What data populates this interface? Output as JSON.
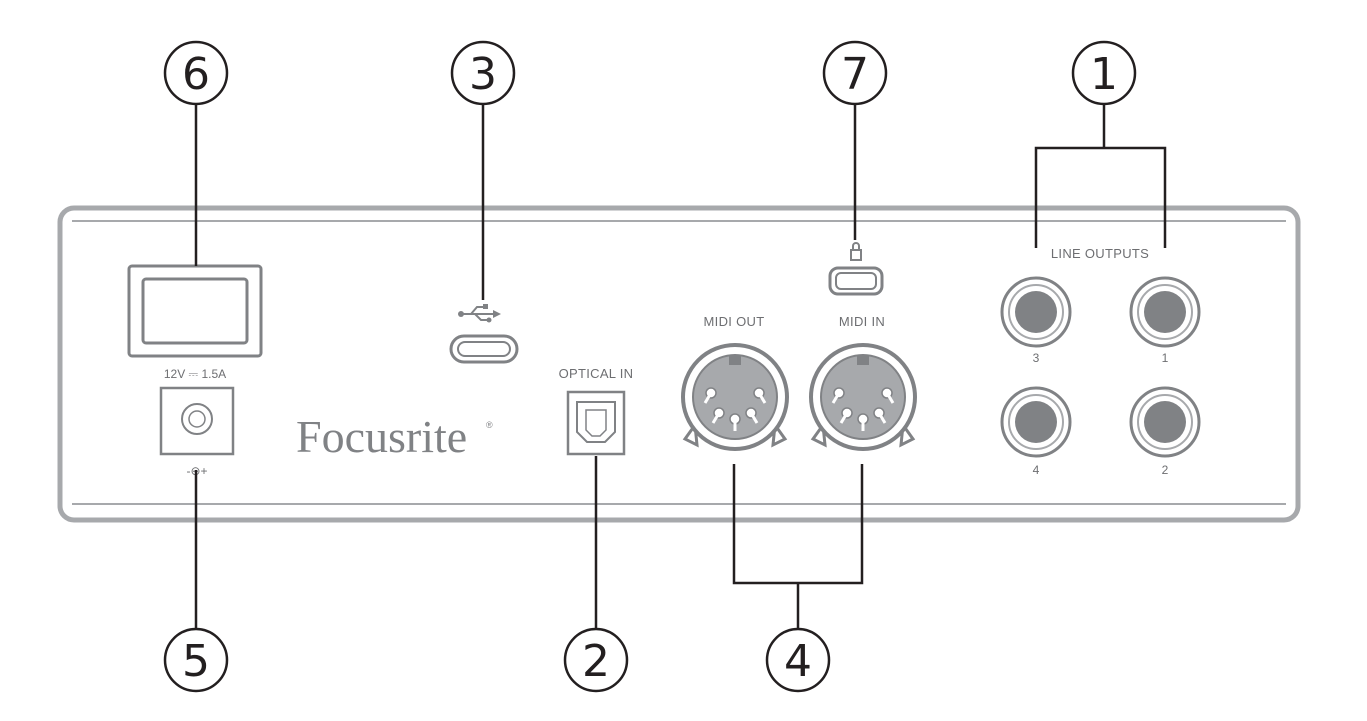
{
  "brand": {
    "name": "Focusrite",
    "trademark": "®"
  },
  "labels": {
    "power_rating": "12V ⎓ 1.5A",
    "polarity": "-⊖+",
    "optical_in": "OPTICAL IN",
    "midi_out": "MIDI OUT",
    "midi_in": "MIDI IN",
    "line_outputs": "LINE OUTPUTS",
    "output_3": "3",
    "output_1": "1",
    "output_4": "4",
    "output_2": "2"
  },
  "callouts": {
    "c1": "1",
    "c2": "2",
    "c3": "3",
    "c4": "4",
    "c5": "5",
    "c6": "6",
    "c7": "7"
  },
  "icons": {
    "usb": "usb-icon",
    "lock": "kensington-lock-icon"
  },
  "colors": {
    "line": "#231f20",
    "panel": "#808285",
    "panel_light": "#a7a9ac",
    "jack_fill": "#808285"
  }
}
